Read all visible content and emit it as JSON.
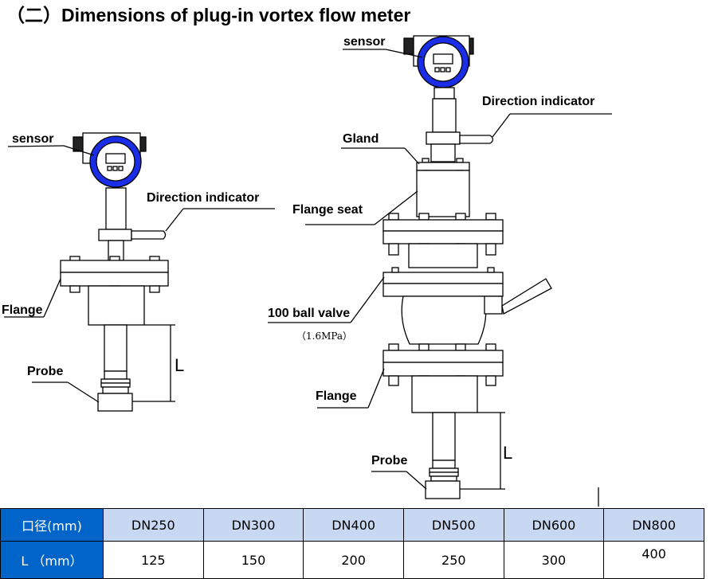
{
  "title": "（二）Dimensions of plug-in vortex flow meter",
  "left_diagram": {
    "sensor": "sensor",
    "direction_indicator": "Direction indicator",
    "flange": "Flange",
    "probe": "Probe",
    "dimension": "L"
  },
  "right_diagram": {
    "sensor": "sensor",
    "direction_indicator": "Direction indicator",
    "gland": "Gland",
    "flange_seat": "Flange seat",
    "ball_valve": "100 ball valve",
    "ball_valve_pressure": "（1.6MPa）",
    "flange": "Flange",
    "probe": "Probe",
    "dimension": "L"
  },
  "table": {
    "row1_header": "口径(mm)",
    "row2_header": "L （mm）",
    "diameters": [
      "DN250",
      "DN300",
      "DN400",
      "DN500",
      "DN600",
      "DN800"
    ],
    "lengths": [
      "125",
      "150",
      "200",
      "250",
      "300",
      "400"
    ]
  },
  "colors": {
    "sensor_ring": "#1a2ee8",
    "table_header": "#0064c8",
    "table_row": "#c8d8f2"
  }
}
